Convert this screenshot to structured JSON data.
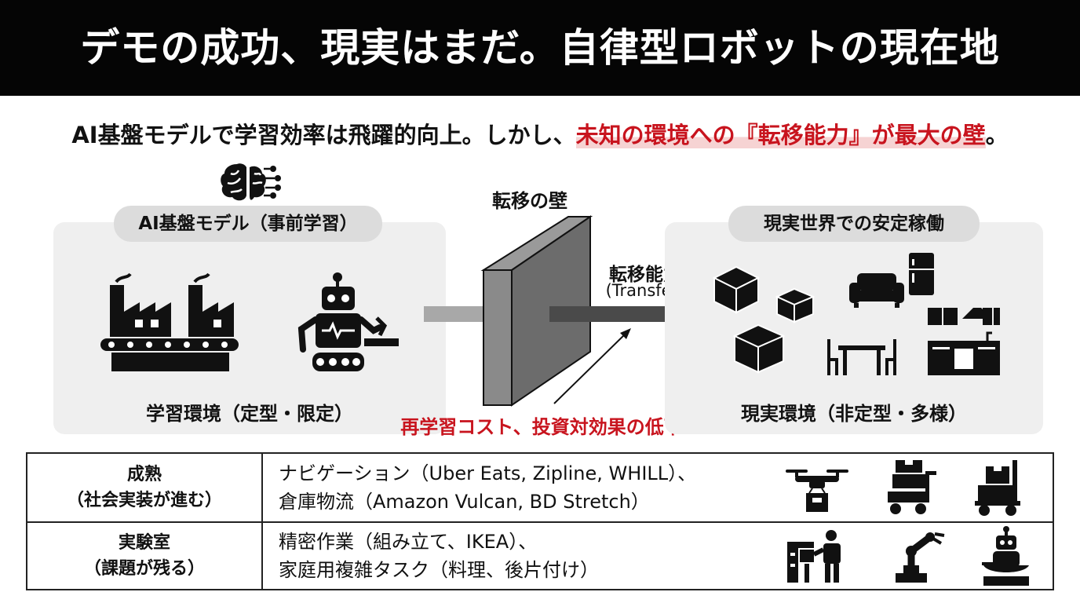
{
  "header": {
    "title": "デモの成功、現実はまだ。自律型ロボットの現在地"
  },
  "subtitle": {
    "prefix": "AI基盤モデルで学習効率は飛躍的向上。しかし、",
    "highlight": "未知の環境への『転移能力』が最大の壁",
    "suffix": "。"
  },
  "left_panel": {
    "label": "AI基盤モデル（事前学習）",
    "caption": "学習環境（定型・限定）"
  },
  "wall": {
    "label": "転移の壁"
  },
  "transfer": {
    "label": "転移能力",
    "label_en": "(Transfer)"
  },
  "cost_note": "再学習コスト、投資対効果の低下",
  "right_panel": {
    "label": "現実世界での安定稼働",
    "caption": "現実環境（非定型・多様）"
  },
  "table": {
    "rows": [
      {
        "status_line1": "成熟",
        "status_line2": "（社会実装が進む）",
        "desc_line1": "ナビゲーション（Uber Eats, Zipline, WHILL）、",
        "desc_line2": "倉庫物流（Amazon Vulcan, BD Stretch）",
        "icons": [
          "drone-icon",
          "cart-icon",
          "hand-truck-icon"
        ]
      },
      {
        "status_line1": "実験室",
        "status_line2": "（課題が残る）",
        "desc_line1": "精密作業（組み立て、IKEA）、",
        "desc_line2": "家庭用複雑タスク（料理、後片付け）",
        "icons": [
          "assembly-robot-icon",
          "robot-arm-icon",
          "cooking-robot-icon"
        ]
      }
    ]
  },
  "colors": {
    "accent_red": "#c8141e",
    "panel_gray": "#efefef",
    "pill_gray": "#dcdcdc",
    "title_bg": "#050505"
  }
}
